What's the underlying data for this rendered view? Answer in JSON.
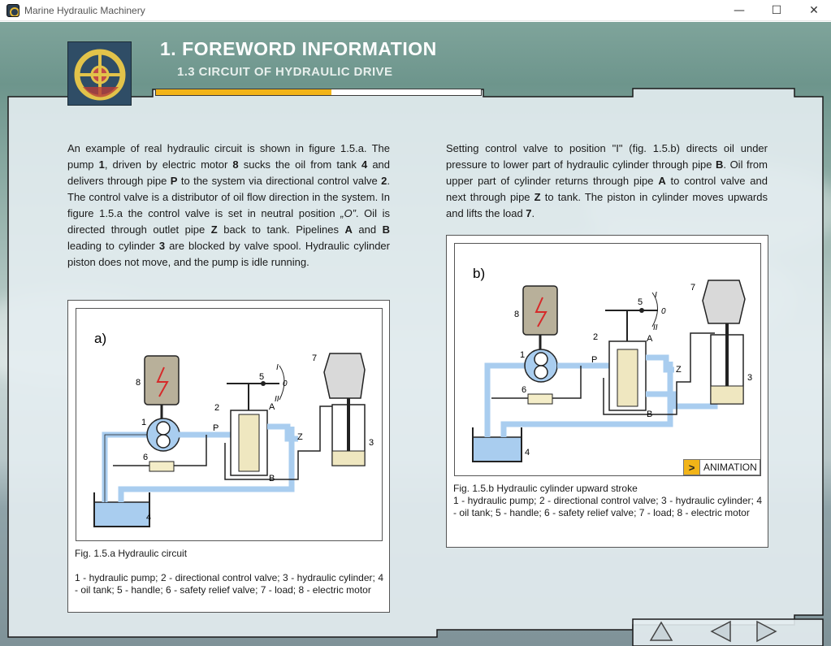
{
  "window": {
    "title": "Marine Hydraulic Machinery",
    "minimize": "—",
    "maximize": "☐",
    "close": "✕"
  },
  "header": {
    "title": "1. FOREWORD INFORMATION",
    "subtitle": "1.3 CIRCUIT OF HYDRAULIC DRIVE",
    "progress_fraction": 0.54
  },
  "left_text": {
    "p1": "An example of real hydraulic circuit is shown in figure 1.5.a. The pump ",
    "b1": "1",
    "p2": ", driven by electric motor ",
    "b2": "8",
    "p3": " sucks the oil from tank ",
    "b3": "4",
    "p4": " and delivers through pipe ",
    "b4": "P",
    "p5": " to the system via directional control valve ",
    "b5": "2",
    "p6": ". The control valve is a distributor of oil flow direction in the system. In figure 1.5.a the control valve is set in neutral position ",
    "i1": "„O”",
    "p7": ". Oil is directed through outlet pipe ",
    "b6": "Z",
    "p8": " back to tank. Pipelines ",
    "b7": "A",
    "p9": " and ",
    "b8": "B",
    "p10": " leading to cylinder ",
    "b9": "3",
    "p11": " are blocked by valve spool. Hydraulic cylinder piston does not move, and the pump is idle running."
  },
  "right_text": {
    "p1": "Setting control valve to position \"I\" (fig. 1.5.b) directs oil under pressure to lower part of hydraulic cylinder through pipe ",
    "b1": "B",
    "p2": ". Oil from upper part of cylinder returns through pipe ",
    "b2": "A",
    "p3": " to control valve and next through pipe ",
    "b3": "Z",
    "p4": " to tank. The piston in cylinder moves upwards and lifts the load ",
    "b4": "7",
    "p5": "."
  },
  "figure_a": {
    "tag": "a)",
    "caption": "Fig. 1.5.a Hydraulic circuit",
    "legend": "1 - hydraulic pump; 2 - directional control valve; 3 - hydraulic cylinder; 4 - oil tank; 5 - handle; 6 - safety relief valve; 7 - load; 8 - electric motor",
    "labels": {
      "n1": "1",
      "n2": "2",
      "n3": "3",
      "n4": "4",
      "n5": "5",
      "n6": "6",
      "n7": "7",
      "n8": "8",
      "P": "P",
      "A": "A",
      "B": "B",
      "Z": "Z",
      "I": "I",
      "O": "0",
      "II": "II"
    }
  },
  "figure_b": {
    "tag": "b)",
    "caption": "Fig. 1.5.b  Hydraulic cylinder upward stroke",
    "legend": "1 - hydraulic pump; 2 - directional control valve; 3 - hydraulic cylinder; 4 - oil tank; 5 - handle; 6 - safety relief valve; 7 - load; 8 - electric motor",
    "labels": {
      "n1": "1",
      "n2": "2",
      "n3": "3",
      "n4": "4",
      "n5": "5",
      "n6": "6",
      "n7": "7",
      "n8": "8",
      "P": "P",
      "A": "A",
      "B": "B",
      "Z": "Z",
      "I": "I",
      "O": "0",
      "II": "II"
    }
  },
  "animation_button": {
    "icon": ">",
    "label": "ANIMATION"
  },
  "nav": {
    "up_icon": "up-triangle-icon",
    "prev_icon": "left-triangle-icon",
    "next_icon": "right-triangle-icon"
  },
  "colors": {
    "accent": "#f2b418",
    "oil": "#a9cdef",
    "panel": "#e4edf1"
  }
}
